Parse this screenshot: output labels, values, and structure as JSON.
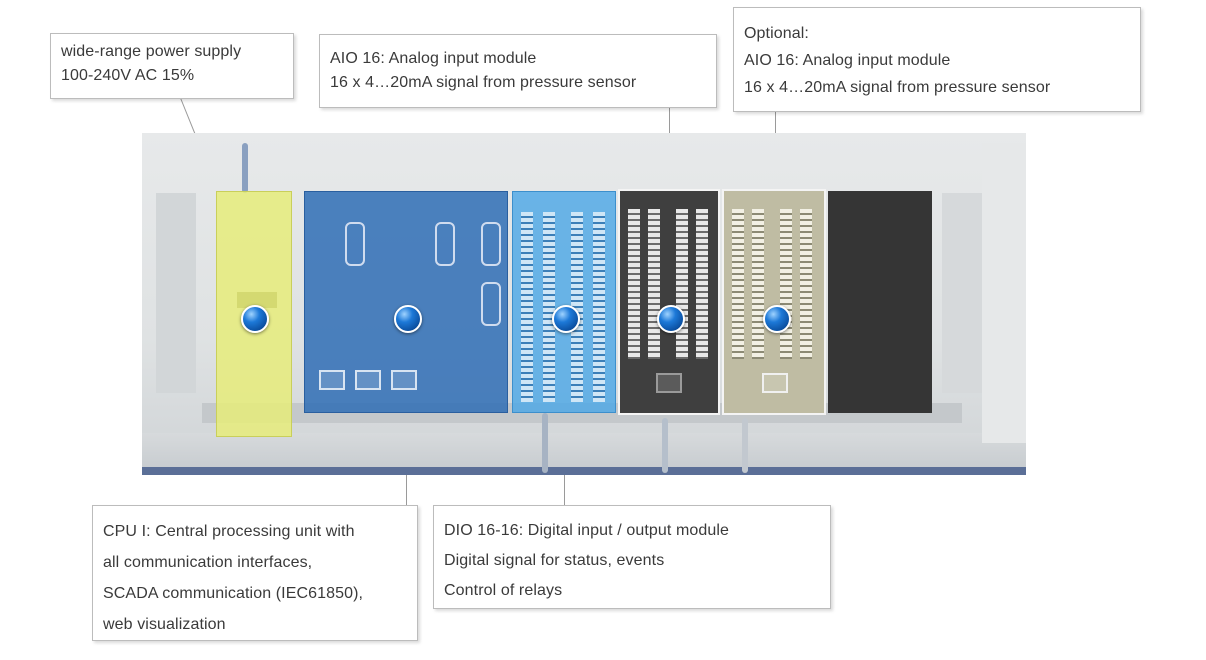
{
  "callouts": {
    "power_supply": {
      "lines": [
        "wide-range  power supply",
        "  100-240V  AC 15%"
      ]
    },
    "aio_top": {
      "lines": [
        "AIO 16: Analog input module",
        "16 x 4…20mA  signal  from pressure  sensor"
      ]
    },
    "optional": {
      "lines": [
        "Optional:",
        "AIO 16:  Analog input module",
        "16 x 4…20mA  signal  from pressure  sensor"
      ]
    },
    "cpu": {
      "lines": [
        "CPU I: Central processing  unit with",
        "all communication  interfaces,",
        "SCADA communication  (IEC61850),",
        "web visualization"
      ]
    },
    "dio": {
      "lines": [
        "DIO 16-16:  Digital input / output module",
        "Digital signal for status,  events",
        "Control  of relays"
      ]
    }
  },
  "modules": [
    {
      "id": "power-supply",
      "color": "#e6ec7a"
    },
    {
      "id": "cpu",
      "color": "#2f6db5"
    },
    {
      "id": "dio",
      "color": "#4aa6e6"
    },
    {
      "id": "aio-1",
      "color": "#3f3f3f"
    },
    {
      "id": "aio-2",
      "color": "#bfbca3"
    },
    {
      "id": "empty-slot",
      "color": "#333333"
    }
  ]
}
